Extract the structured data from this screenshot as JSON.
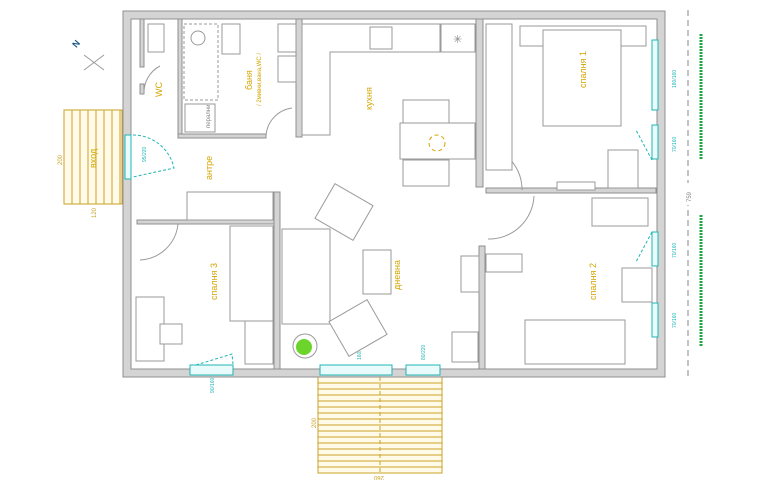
{
  "rooms": {
    "wc": "WC",
    "bathroom": "баня",
    "bathroom_note": "/ 2мивки,вана,WC /",
    "kitchen": "кухня",
    "hall": "антре",
    "living": "дневна",
    "bedroom1": "спалня 1",
    "bedroom2": "спалня 2",
    "bedroom3": "спалня 3",
    "entrance": "вход",
    "laundry": "перални"
  },
  "dimensions": {
    "overall_depth": "759",
    "entry_deck_depth": "200",
    "entry_deck_width": "120",
    "terrace_depth": "200",
    "terrace_width": "260"
  },
  "windows": {
    "entry_door": "95/220",
    "bedroom1_a": "180/160",
    "bedroom1_b": "70/160",
    "bedroom2_a": "70/160",
    "bedroom2_b": "70/160",
    "bedroom3": "90/160",
    "living_a": "160/220",
    "living_b": "80/220"
  },
  "compass": "N",
  "colors": {
    "label": "#d4a500",
    "window": "#1fb5b5",
    "deck": "#c9a227",
    "hedge": "#1ea845"
  }
}
